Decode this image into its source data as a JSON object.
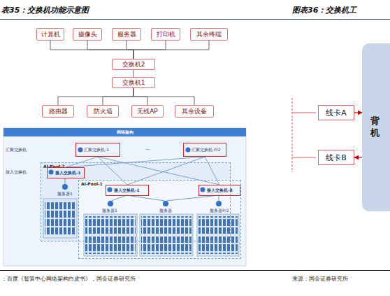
{
  "diagram": {
    "nodes": [
      {
        "text": [
          "计算机"
        ]
      },
      {
        "text": [
          "摄像头"
        ]
      },
      {
        "text": [
          "服务器"
        ]
      },
      {
        "text": [
          "打印机"
        ]
      },
      {
        "text": [
          "其余终端"
        ]
      },
      {
        "text": [
          "交换机2"
        ]
      },
      {
        "text": [
          "交换机1"
        ]
      },
      {
        "text": [
          "路由器"
        ]
      },
      {
        "text": [
          "防火墙"
        ]
      },
      {
        "text": [
          "无线AP"
        ]
      },
      {
        "text": [
          "其余设备"
        ]
      },
      {
        "text": [
          "网络架构"
        ]
      },
      {
        "text": [
          "汇聚交换机-1"
        ],
        "in": 11
      },
      {
        "text": [
          "汇聚交换机-P/2"
        ],
        "in": 11
      },
      {
        "text": [
          "AI-Pool-2"
        ],
        "in": 11
      },
      {
        "text": [
          "接入交换机-1"
        ],
        "in": 14
      },
      {
        "text": [
          "AI-Pool-1"
        ],
        "in": 11
      },
      {
        "text": [
          "接入交换机-1"
        ],
        "in": 16
      },
      {
        "text": [
          "接入交换机-8"
        ],
        "in": 16
      },
      {
        "text": [
          "线卡A"
        ]
      },
      {
        "text": [
          "背 机"
        ]
      },
      {
        "text": [
          "线卡B"
        ]
      }
    ],
    "edges": [
      {
        "from": 0,
        "to": 5,
        "arrow": "none"
      },
      {
        "from": 1,
        "to": 5,
        "arrow": "none"
      },
      {
        "from": 2,
        "to": 5,
        "arrow": "none"
      },
      {
        "from": 3,
        "to": 5,
        "arrow": "none"
      },
      {
        "from": 4,
        "to": 5,
        "arrow": "none"
      },
      {
        "from": 5,
        "to": 6,
        "arrow": "none"
      },
      {
        "from": 6,
        "to": 7,
        "arrow": "none"
      },
      {
        "from": 6,
        "to": 8,
        "arrow": "none"
      },
      {
        "from": 6,
        "to": 9,
        "arrow": "none"
      },
      {
        "from": 6,
        "to": 10,
        "arrow": "none"
      },
      {
        "from": 12,
        "to": 15,
        "arrow": "none"
      },
      {
        "from": 12,
        "to": 17,
        "arrow": "none"
      },
      {
        "from": 12,
        "to": 18,
        "arrow": "none"
      },
      {
        "from": 13,
        "to": 15,
        "arrow": "none"
      },
      {
        "from": 13,
        "to": 17,
        "arrow": "none"
      },
      {
        "from": 13,
        "to": 18,
        "arrow": "none"
      },
      {
        "from": 19,
        "to": 20,
        "arrow": "to"
      },
      {
        "from": 20,
        "to": 21,
        "arrow": "to"
      }
    ],
    "labels": [
      "表35：交换机功能示意图",
      "图表36：交换机工",
      "汇聚交换机",
      "接入交换机",
      "—",
      "服务器1",
      "服务器1",
      "服务器",
      "服务器P/2",
      "：百度《智算中心网络架构白皮书》，国金证券研究所",
      "来源：国金证券研究所"
    ]
  }
}
